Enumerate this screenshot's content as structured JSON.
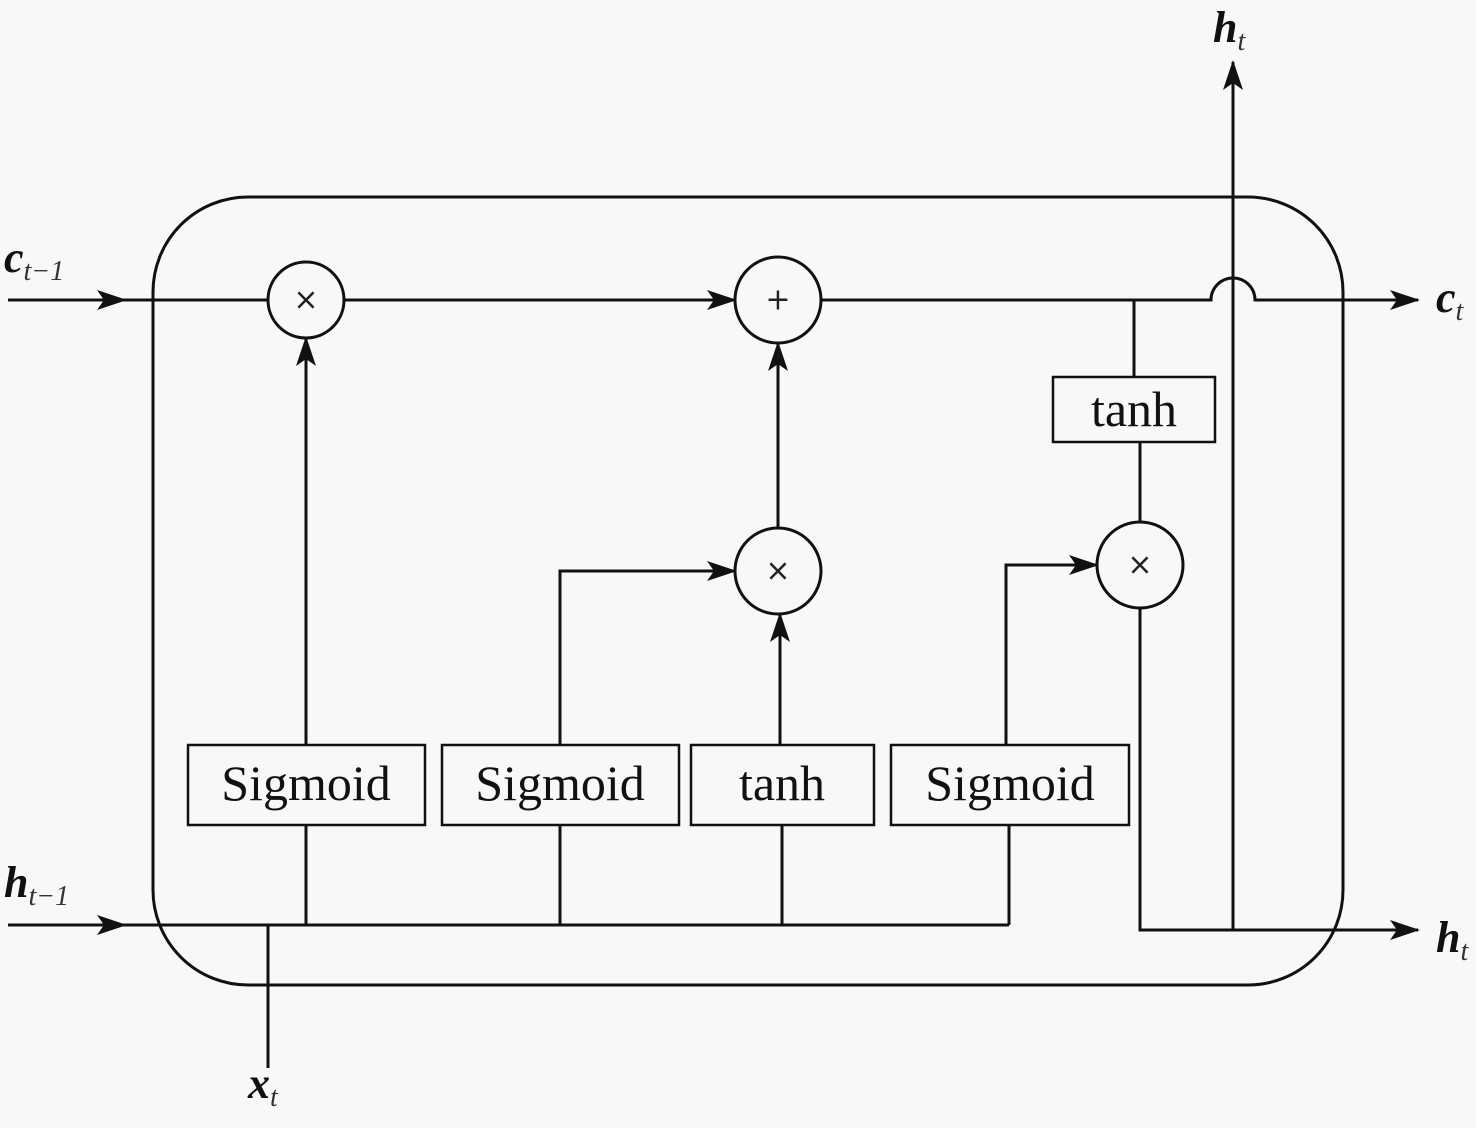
{
  "gates": {
    "forget": "Sigmoid",
    "input": "Sigmoid",
    "candidate": "tanh",
    "output": "Sigmoid",
    "cell_tanh": "tanh"
  },
  "operators": {
    "forget_mul": "×",
    "cell_add": "+",
    "input_mul": "×",
    "output_mul": "×"
  },
  "labels": {
    "c_prev": {
      "base": "c",
      "sub": "t−1"
    },
    "h_prev": {
      "base": "h",
      "sub": "t−1"
    },
    "x_t": {
      "base": "x",
      "sub": "t"
    },
    "h_t_top": {
      "base": "h",
      "sub": "t"
    },
    "c_t": {
      "base": "c",
      "sub": "t"
    },
    "h_t_right": {
      "base": "h",
      "sub": "t"
    }
  }
}
